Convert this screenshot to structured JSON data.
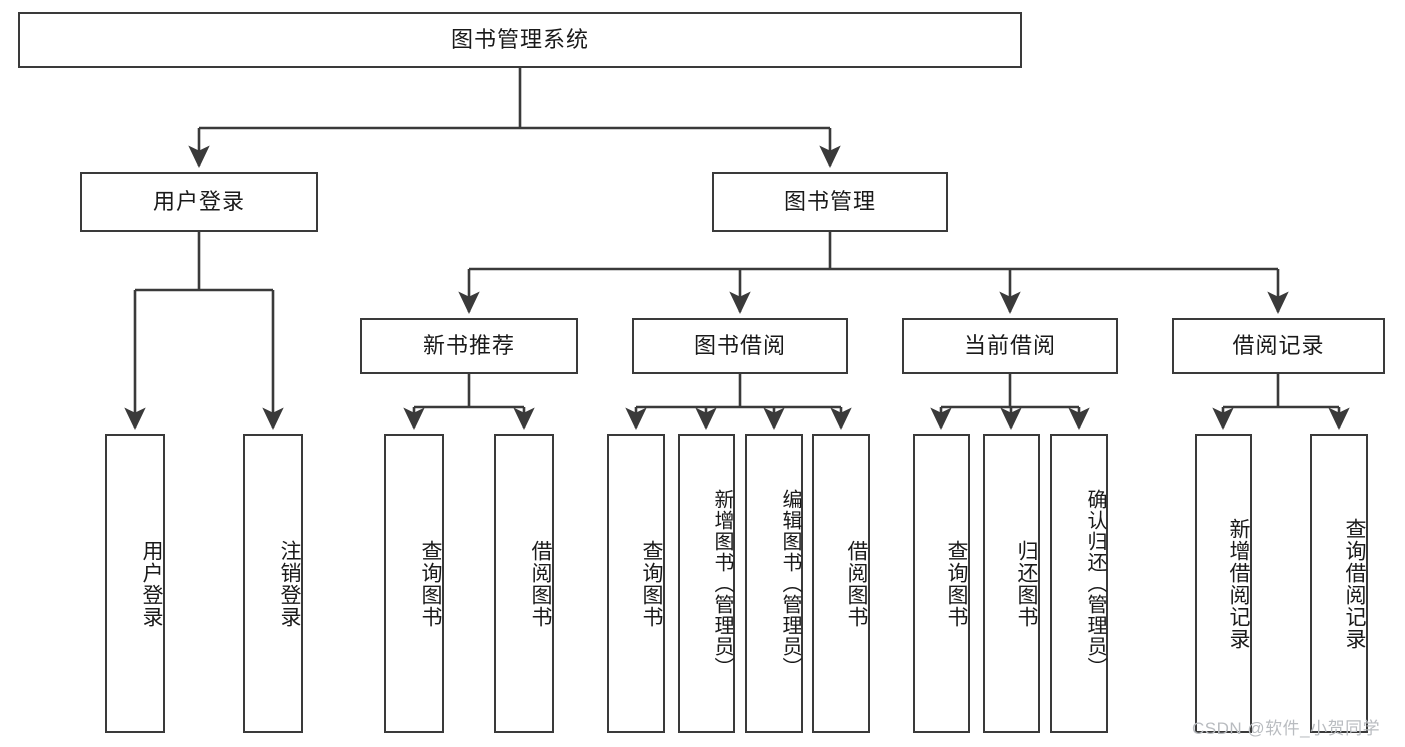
{
  "diagram": {
    "type": "tree-hierarchy",
    "title": "图书管理系统",
    "orientation": "top-down",
    "line_color": "#3a3a3a",
    "box_fill": "#ffffff",
    "text_color": "#1a1a1a",
    "root": {
      "id": "root",
      "label": "图书管理系统",
      "level": 1
    },
    "level2": [
      {
        "id": "user-login",
        "label": "用户登录",
        "level": 2
      },
      {
        "id": "book-manage",
        "label": "图书管理",
        "level": 2
      }
    ],
    "level3": [
      {
        "id": "new-book-recommend",
        "label": "新书推荐",
        "level": 3,
        "parent": "book-manage"
      },
      {
        "id": "book-borrow",
        "label": "图书借阅",
        "level": 3,
        "parent": "book-manage"
      },
      {
        "id": "current-borrow",
        "label": "当前借阅",
        "level": 3,
        "parent": "book-manage"
      },
      {
        "id": "borrow-record",
        "label": "借阅记录",
        "level": 3,
        "parent": "book-manage"
      }
    ],
    "leaves": {
      "user_login": [
        {
          "id": "leaf-user-login",
          "label": "用户登录"
        },
        {
          "id": "leaf-logout-login",
          "label": "注销登录"
        }
      ],
      "new_book_recommend": [
        {
          "id": "leaf-query-book-1",
          "label": "查询图书"
        },
        {
          "id": "leaf-borrow-book-1",
          "label": "借阅图书"
        }
      ],
      "book_borrow": [
        {
          "id": "leaf-query-book-2",
          "label": "查询图书"
        },
        {
          "id": "leaf-add-book",
          "label": "新增图书（管理员）"
        },
        {
          "id": "leaf-edit-book",
          "label": "编辑图书（管理员）"
        },
        {
          "id": "leaf-borrow-book-2",
          "label": "借阅图书"
        }
      ],
      "current_borrow": [
        {
          "id": "leaf-query-book-3",
          "label": "查询图书"
        },
        {
          "id": "leaf-return-book",
          "label": "归还图书"
        },
        {
          "id": "leaf-confirm-return",
          "label": "确认归还（管理员）"
        }
      ],
      "borrow_record": [
        {
          "id": "leaf-add-record",
          "label": "新增借阅记录"
        },
        {
          "id": "leaf-query-record",
          "label": "查询借阅记录"
        }
      ]
    }
  },
  "watermark": {
    "text": "CSDN @软件_小贺同学"
  }
}
